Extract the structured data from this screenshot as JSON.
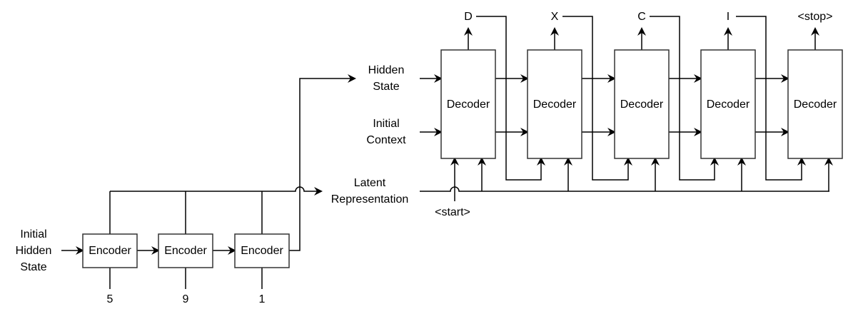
{
  "diagram": {
    "title": "Encoder-Decoder Sequence Model",
    "encoder": {
      "initial_label_lines": [
        "Initial",
        "Hidden",
        "State"
      ],
      "blocks": [
        {
          "label": "Encoder",
          "input": "5"
        },
        {
          "label": "Encoder",
          "input": "9"
        },
        {
          "label": "Encoder",
          "input": "1"
        }
      ]
    },
    "decoder": {
      "hidden_state_lines": [
        "Hidden",
        "State"
      ],
      "initial_context_lines": [
        "Initial",
        "Context"
      ],
      "latent_lines": [
        "Latent",
        "Representation"
      ],
      "start_token": "<start>",
      "blocks": [
        {
          "label": "Decoder",
          "output": "D"
        },
        {
          "label": "Decoder",
          "output": "X"
        },
        {
          "label": "Decoder",
          "output": "C"
        },
        {
          "label": "Decoder",
          "output": "I"
        },
        {
          "label": "Decoder",
          "output": "<stop>"
        }
      ]
    },
    "colors": {
      "stroke": "#000000",
      "box_stroke": "#333333",
      "background": "#ffffff"
    }
  }
}
